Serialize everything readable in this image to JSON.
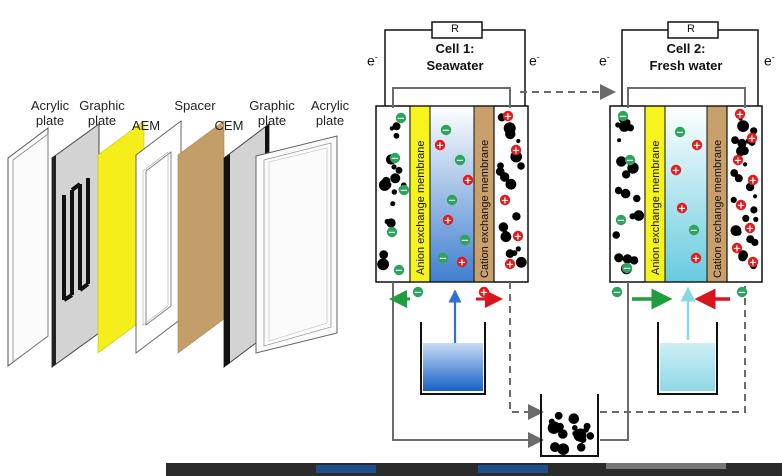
{
  "exploded": {
    "labels": {
      "acrylic_left": [
        "Acrylic",
        "plate"
      ],
      "graphic_left": [
        "Graphic",
        "plate"
      ],
      "aem": "AEM",
      "spacer": "Spacer",
      "cem": "CEM",
      "graphic_right": [
        "Graphic",
        "plate"
      ],
      "acrylic_right": [
        "Acrylic",
        "plate"
      ]
    }
  },
  "cell1": {
    "title": [
      "Cell 1:",
      "Seawater"
    ],
    "resistor": "R",
    "electron_left": "e",
    "electron_right": "e",
    "electron_sup": "-",
    "aem_label": "Anion exchange membrane",
    "cem_label": "Cation exchange membrane",
    "colors": {
      "solution_top": "#ffffff",
      "solution_bottom": "#3f7fd0",
      "arrow": "#2f6fd6"
    }
  },
  "cell2": {
    "title": [
      "Cell 2:",
      "Fresh water"
    ],
    "resistor": "R",
    "electron_left": "e",
    "electron_right": "e",
    "electron_sup": "-",
    "aem_label": "Anion exchange membrane",
    "cem_label": "Cation exchange membrane",
    "colors": {
      "solution_top": "#ffffff",
      "solution_bottom": "#67cbe0",
      "arrow": "#8ad8e4"
    }
  },
  "colors": {
    "aem": "#f7f31c",
    "cem": "#c9a06b",
    "anion_ion": "#2aa55a",
    "cation_ion": "#e01c1c",
    "flow_green": "#1f9e3d",
    "flow_red": "#d8141e",
    "pipe": "#6b6b6b"
  },
  "ions": {
    "anion_symbol": "−",
    "cation_symbol": "+"
  }
}
